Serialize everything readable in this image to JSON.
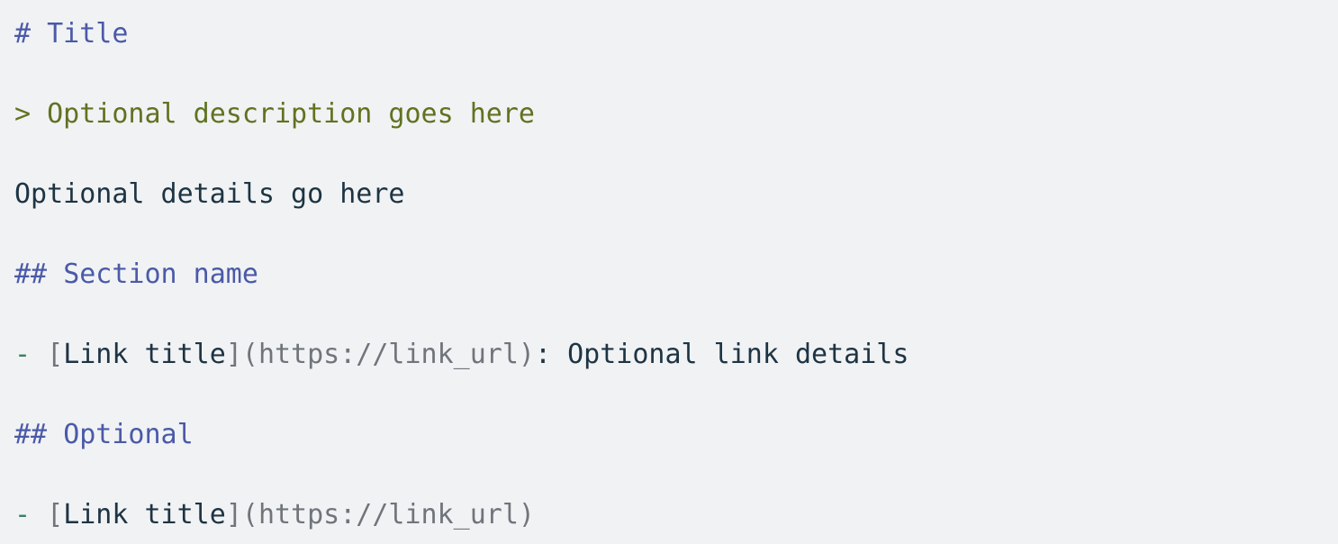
{
  "document": {
    "type": "markdown-template",
    "background_color": "#f1f2f4",
    "colors": {
      "heading": "#4a5aa8",
      "blockquote": "#5f7320",
      "body_text": "#1d3443",
      "bullet_marker": "#3d8060",
      "punctuation": "#70757c",
      "url": "#70757c"
    },
    "lines": [
      {
        "kind": "heading-1",
        "marker": "# ",
        "text": "Title"
      },
      {
        "kind": "blockquote",
        "marker": "> ",
        "text": "Optional description goes here"
      },
      {
        "kind": "paragraph",
        "text": "Optional details go here"
      },
      {
        "kind": "heading-2",
        "marker": "## ",
        "text": "Section name"
      },
      {
        "kind": "list-item-link",
        "bullet": "-",
        "bracket_open": "[",
        "link_title": "Link title",
        "bracket_close": "]",
        "paren_open": "(",
        "url": "https://link_url",
        "paren_close": ")",
        "separator": ":",
        "details": " Optional link details"
      },
      {
        "kind": "heading-2",
        "marker": "## ",
        "text": "Optional"
      },
      {
        "kind": "list-item-link",
        "bullet": "-",
        "bracket_open": "[",
        "link_title": "Link title",
        "bracket_close": "]",
        "paren_open": "(",
        "url": "https://link_url",
        "paren_close": ")",
        "separator": "",
        "details": ""
      }
    ]
  }
}
